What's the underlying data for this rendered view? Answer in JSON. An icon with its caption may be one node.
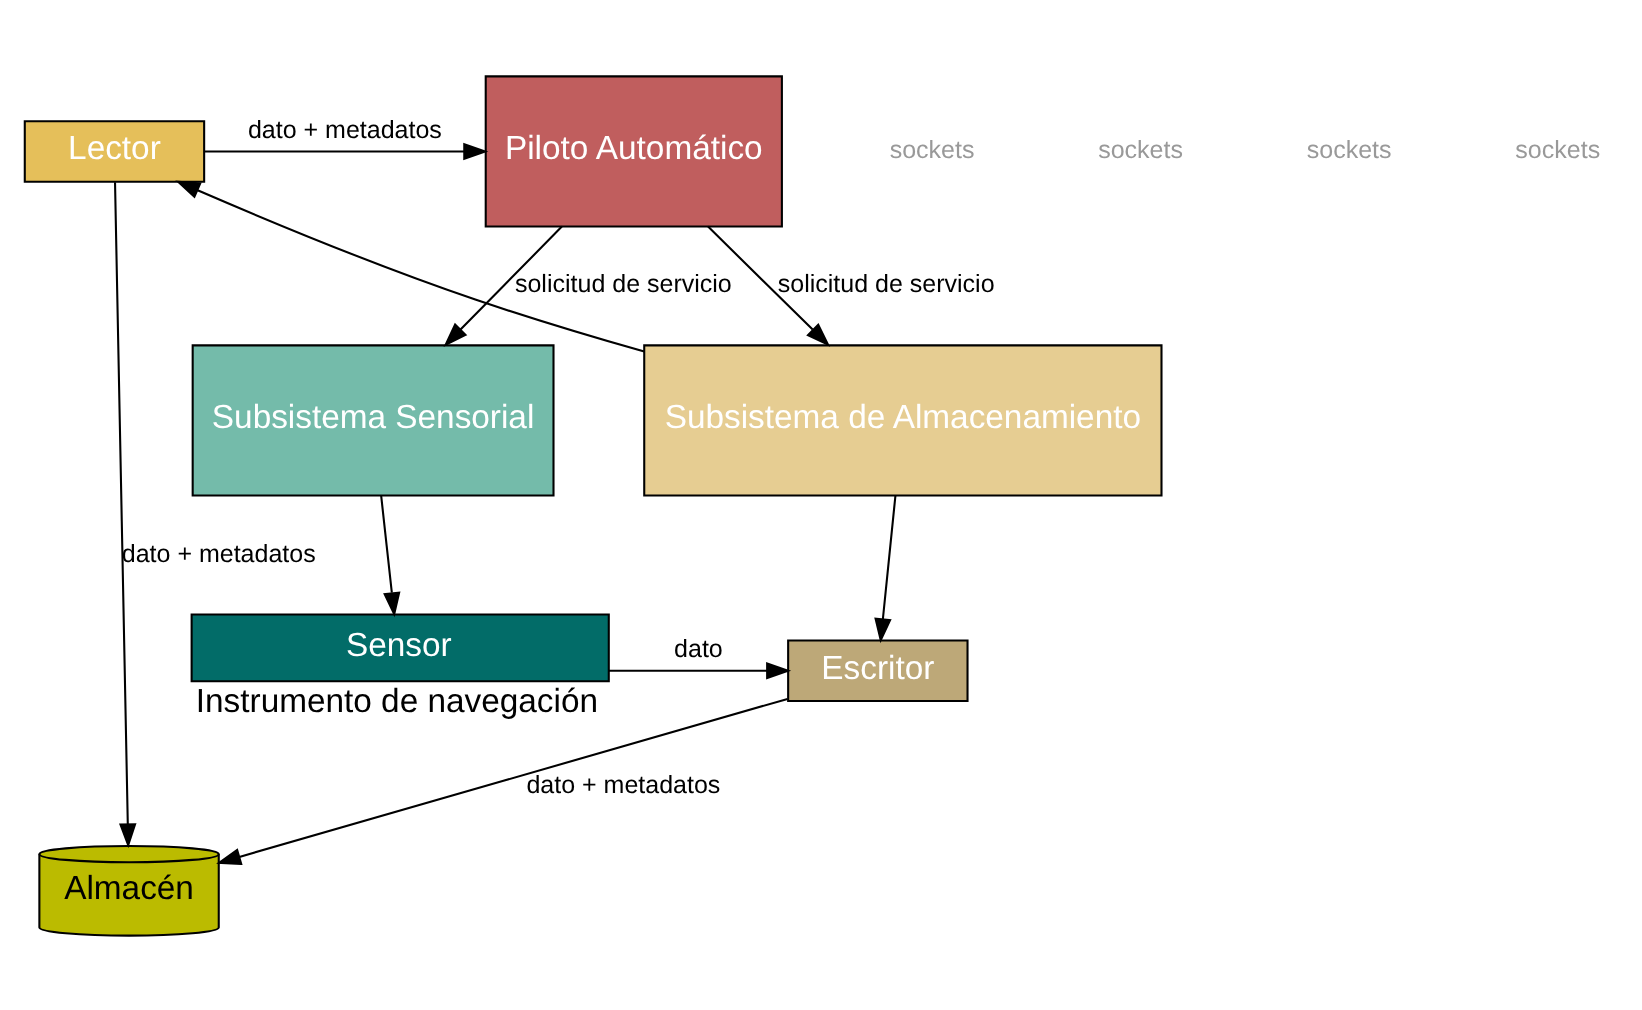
{
  "diagram": {
    "nodes": [
      {
        "text": [
          "Subsistema Sensorial"
        ]
      },
      {
        "text": [
          "Escritor"
        ]
      },
      {
        "text": [
          "Sensor"
        ],
        "beside": [
          "Instrumento de navegación"
        ]
      },
      {
        "text": [
          "Subsistema de Almacenamiento"
        ]
      },
      {
        "text": [
          "Almacén"
        ]
      },
      {
        "text": [
          "Lector"
        ]
      },
      {
        "text": [
          "Piloto Automático"
        ]
      }
    ],
    "edges": [
      {
        "from": 0,
        "to": 2,
        "arrow": "to"
      },
      {
        "from": 2,
        "to": 1,
        "arrow": "to",
        "label": "dato"
      },
      {
        "from": 3,
        "to": 1,
        "arrow": "to"
      },
      {
        "from": 1,
        "to": 4,
        "arrow": "to",
        "label": "dato + metadatos"
      },
      {
        "from": 3,
        "to": 5,
        "arrow": "to"
      },
      {
        "from": 5,
        "to": 4,
        "arrow": "to",
        "label": "dato + metadatos"
      },
      {
        "from": 5,
        "to": 6,
        "arrow": "to",
        "label": "dato + metadatos"
      },
      {
        "from": 6,
        "to": 0,
        "arrow": "to",
        "label": "solicitud de servicio"
      },
      {
        "from": 6,
        "to": 3,
        "arrow": "to",
        "label": "solicitud de servicio"
      }
    ],
    "labels": [
      "sockets",
      "sockets",
      "sockets",
      "sockets"
    ]
  }
}
